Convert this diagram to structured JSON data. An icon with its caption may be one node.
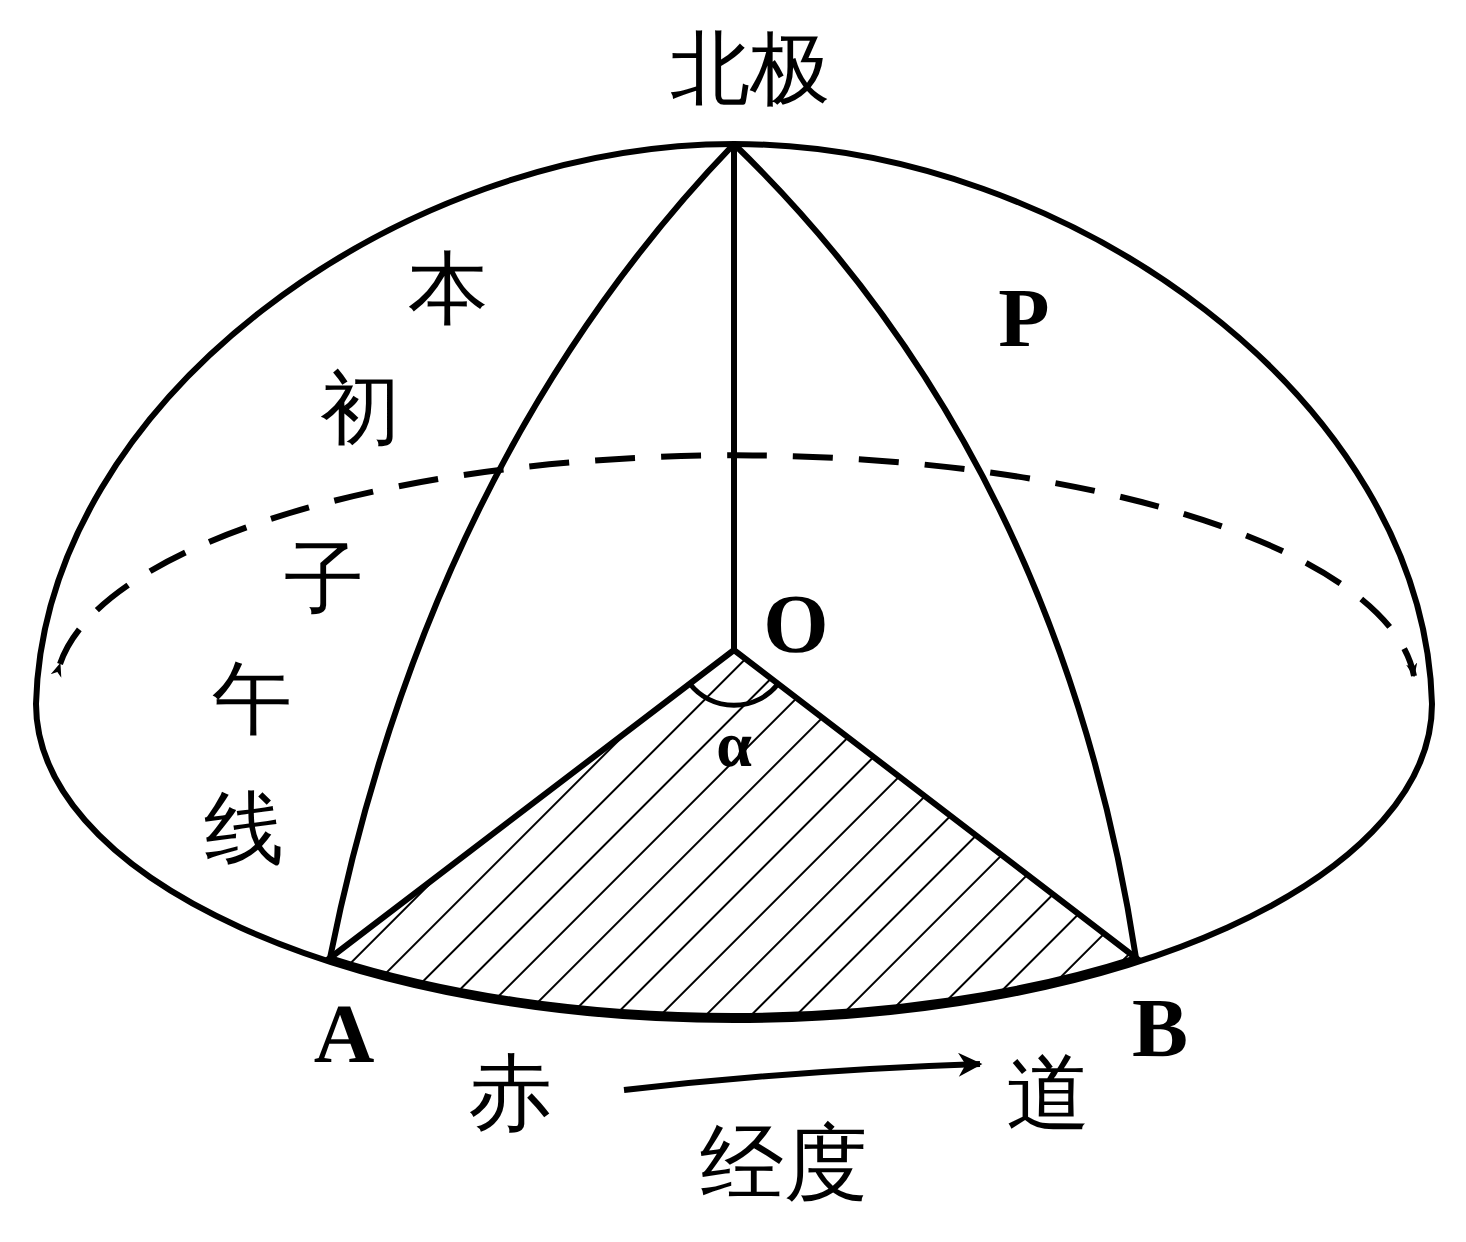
{
  "diagram": {
    "labels": [
      "北极",
      "本初子午线",
      "P",
      "O",
      "α",
      "A",
      "B",
      "赤",
      "道",
      "经度"
    ]
  }
}
